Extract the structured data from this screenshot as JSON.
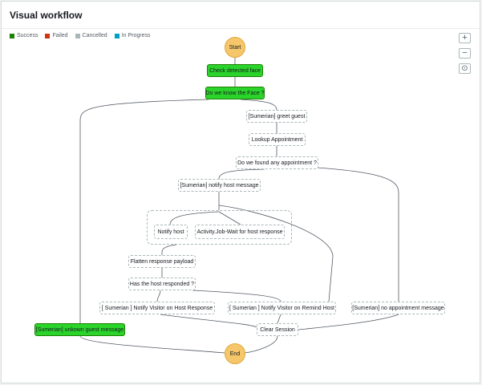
{
  "header": {
    "title": "Visual workflow"
  },
  "legend": [
    {
      "label": "Success",
      "color": "#1d8102"
    },
    {
      "label": "Failed",
      "color": "#d13212"
    },
    {
      "label": "Cancelled",
      "color": "#aab7b8"
    },
    {
      "label": "In Progress",
      "color": "#00a1c9"
    }
  ],
  "zoom": {
    "zoom_in": "+",
    "zoom_out": "−",
    "center": "⊙"
  },
  "nodes": {
    "start": "Start",
    "check_face": "Check detected face",
    "know_face": "Do we know the Face ?",
    "greet_guest": "[Sumerian] greet guest",
    "lookup": "Lookup Appointment",
    "found_appt": "Do we found any appointment ?",
    "notify_host_msg": "[Sumerian] notify host message",
    "notify_host": "Notify host",
    "wait_host": "Activity.Job-Wait for host response",
    "flatten": "Flatten response payload",
    "host_responded": "Has the host responded ?",
    "visitor_host_response": "[ Sumerian ] Notify Visitor on Host Response",
    "visitor_remind": "[ Sumerian ] Notify Visitor on Remind Host",
    "no_appt_msg": "[Sumerian] no appointment message",
    "unknown_guest": "[Sumerian] unkown guest message",
    "clear_session": "Clear Session",
    "end": "End"
  }
}
